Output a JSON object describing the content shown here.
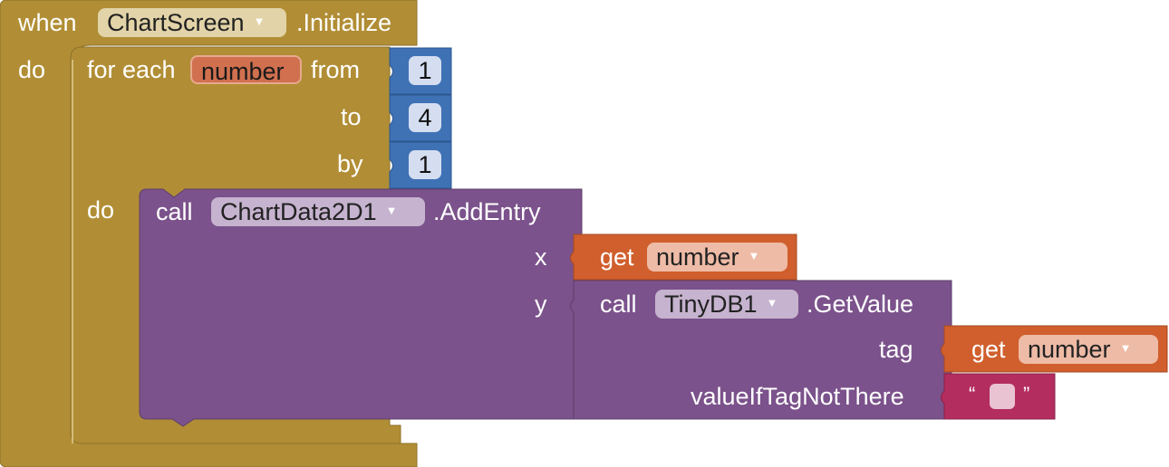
{
  "event": {
    "when_label": "when",
    "component": "ChartScreen",
    "event_name": ".Initialize",
    "do_label": "do"
  },
  "loop": {
    "prefix": "for each",
    "variable": "number",
    "from_label": "from",
    "to_label": "to",
    "by_label": "by",
    "from_value": "1",
    "to_value": "4",
    "by_value": "1",
    "do_label": "do"
  },
  "add_entry": {
    "call_label": "call",
    "component": "ChartData2D1",
    "method": ".AddEntry",
    "x_label": "x",
    "y_label": "y"
  },
  "get_x": {
    "get_label": "get",
    "variable": "number"
  },
  "get_value": {
    "call_label": "call",
    "component": "TinyDB1",
    "method": ".GetValue",
    "tag_label": "tag",
    "value_if_label": "valueIfTagNotThere"
  },
  "get_tag": {
    "get_label": "get",
    "variable": "number"
  },
  "text_block": {
    "open_quote": "“",
    "close_quote": "”"
  },
  "colors": {
    "event_block": "#b18e35",
    "math_block": "#3f71b5",
    "component_block": "#7b528b",
    "variable_block": "#d05f2d",
    "text_block": "#b32d5e"
  },
  "icons": {
    "dropdown": "dropdown-arrow-icon"
  }
}
